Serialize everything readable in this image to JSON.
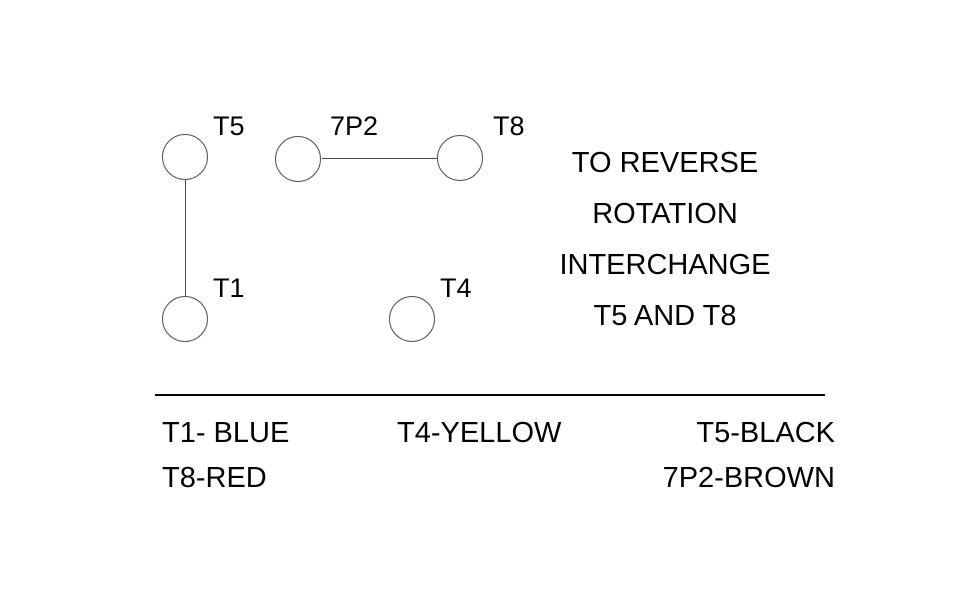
{
  "diagram": {
    "title": "motor-terminal-wiring-diagram",
    "nodes": [
      {
        "id": "T5",
        "label": "T5"
      },
      {
        "id": "7P2",
        "label": "7P2"
      },
      {
        "id": "T8",
        "label": "T8"
      },
      {
        "id": "T1",
        "label": "T1"
      },
      {
        "id": "T4",
        "label": "T4"
      }
    ],
    "connections": [
      {
        "from": "T5",
        "to": "T1",
        "orientation": "vertical"
      },
      {
        "from": "7P2",
        "to": "T8",
        "orientation": "horizontal"
      }
    ]
  },
  "note": {
    "lines": [
      "TO REVERSE",
      "ROTATION",
      "INTERCHANGE",
      "T5 AND T8"
    ]
  },
  "legend": {
    "rows": [
      {
        "left": "T1- BLUE",
        "center": "T4-YELLOW",
        "right": "T5-BLACK"
      },
      {
        "left": "T8-RED",
        "center": "",
        "right": "7P2-BROWN"
      }
    ]
  },
  "colors": {
    "background": "#ffffff",
    "ink": "#000000",
    "node_outline": "#555555",
    "wire": "#4a4a4a"
  }
}
